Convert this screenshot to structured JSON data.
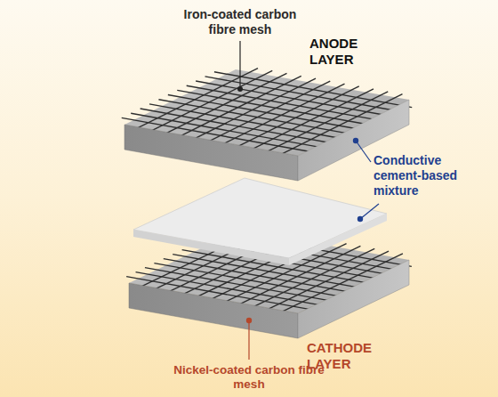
{
  "diagram": {
    "labels": [
      "Iron-coated carbon fibre mesh",
      "ANODE LAYER",
      "Conductive cement-based mixture",
      "CATHODE LAYER",
      "Nickel-coated carbon fibre mesh"
    ]
  }
}
